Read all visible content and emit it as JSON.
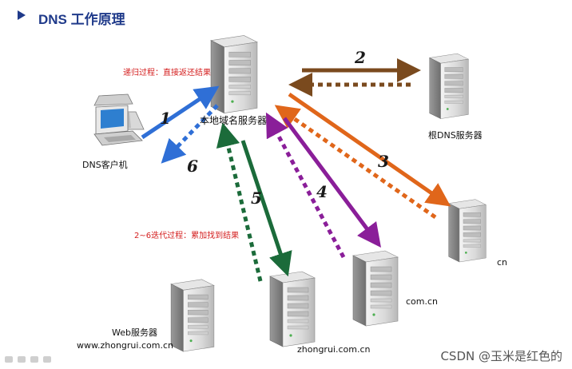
{
  "title": "DNS 工作原理",
  "notes": {
    "recursive": "递归过程：直接返还结果",
    "iterative": "2~6迭代过程：累加找到结果"
  },
  "nodes": {
    "local_server": "本地域名服务器",
    "root_server": "根DNS服务器",
    "client": "DNS客户机",
    "cn_server": "cn",
    "comcn_server": "com.cn",
    "zhongrui_server": "zhongrui.com.cn",
    "web_server_line1": "Web服务器",
    "web_server_line2": "www.zhongrui.com.cn"
  },
  "steps": [
    "1",
    "2",
    "3",
    "4",
    "5",
    "6"
  ],
  "colors": {
    "title": "#1f3a8a",
    "step1": "#2f6fd6",
    "step2": "#7a4a1e",
    "step3": "#e0661a",
    "step4": "#8a1e99",
    "step5": "#1b6b3a",
    "step6": "#2f6fd6"
  },
  "watermark": "CSDN @玉米是红色的"
}
